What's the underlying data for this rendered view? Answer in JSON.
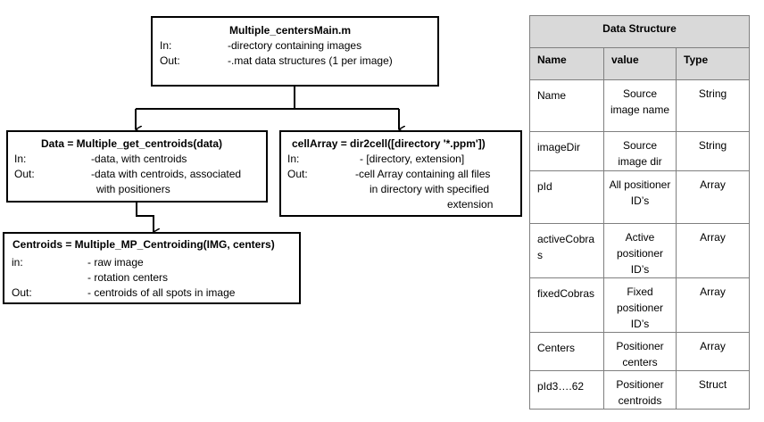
{
  "main": {
    "title": "Multiple_centersMain.m",
    "in_label": "In:",
    "in_value": "-directory containing images",
    "out_label": "Out:",
    "out_value": "-.mat data structures (1 per image)"
  },
  "get_centroids": {
    "title": "Data = Multiple_get_centroids(data)",
    "in_label": "In:",
    "in_value": "-data, with centroids",
    "out_label": "Out:",
    "out_value_1": "-data with centroids,  associated",
    "out_value_2": "with positioners"
  },
  "dir2cell": {
    "title": "cellArray = dir2cell([directory  '*.ppm'])",
    "in_label": "In:",
    "in_value": "- [directory, extension]",
    "out_label": "Out:",
    "out_value_1": "-cell Array containing all files",
    "out_value_2": "in directory with specified",
    "out_value_3": "extension"
  },
  "centroiding": {
    "title": "Centroids = Multiple_MP_Centroiding(IMG,  centers)",
    "in_label": "in:",
    "in_value_1": "- raw image",
    "in_value_2": "- rotation centers",
    "out_label": "Out:",
    "out_value": "- centroids of all spots in image"
  },
  "table": {
    "title": "Data Structure",
    "headers": {
      "name": "Name",
      "value": "value",
      "type": "Type"
    },
    "rows": [
      {
        "name": "Name",
        "value": "Source image name",
        "type": "String"
      },
      {
        "name": "imageDir",
        "value": "Source image dir",
        "type": "String"
      },
      {
        "name": "pId",
        "value": "All positioner ID’s",
        "type": "Array"
      },
      {
        "name": "activeCobras",
        "value": "Active positioner ID’s",
        "type": "Array"
      },
      {
        "name": "fixedCobras",
        "value": "Fixed positioner ID’s",
        "type": "Array"
      },
      {
        "name": "Centers",
        "value": "Positioner centers",
        "type": "Array"
      },
      {
        "name": "pId3….62",
        "value": "Positioner centroids",
        "type": "Struct"
      }
    ]
  }
}
